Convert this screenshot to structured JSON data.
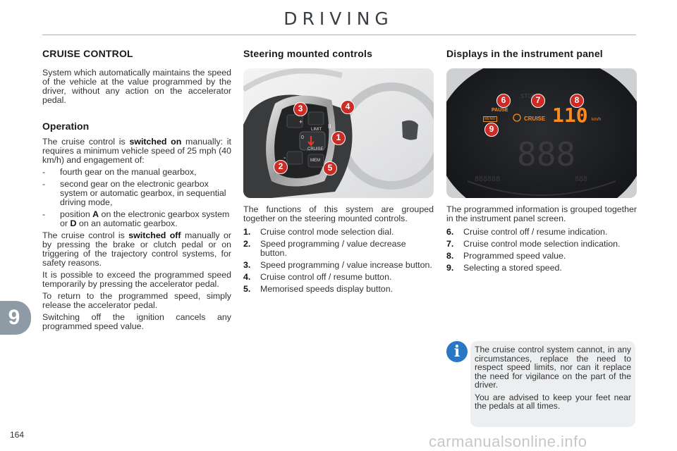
{
  "header": {
    "title": "DRIVING"
  },
  "col1": {
    "heading": "CRUISE CONTROL",
    "intro": "System which automatically maintains the speed of the vehicle at the value programmed by the driver, without any action on the accelerator pedal.",
    "operation_heading": "Operation",
    "p1_pre": "The cruise control is ",
    "p1_bold": "switched on",
    "p1_post": " manually: it requires a minimum vehicle speed of 25 mph (40 km/h) and engagement of:",
    "dash1": "fourth gear on the manual gearbox,",
    "dash2": "second gear on the electronic gearbox system or automatic gearbox, in sequential driving mode,",
    "dash3_pre": "position ",
    "dash3_a": "A",
    "dash3_mid": " on the electronic gearbox system or ",
    "dash3_d": "D",
    "dash3_post": " on an automatic gearbox.",
    "p2_pre": "The cruise control is ",
    "p2_bold": "switched off",
    "p2_post": " manually or by pressing the brake or clutch pedal or on triggering of the trajectory control systems, for safety reasons.",
    "p3": "It is possible to exceed the programmed speed temporarily by pressing the accelerator pedal.",
    "p4": "To return to the programmed speed, simply release the accelerator pedal.",
    "p5": "Switching off the ignition cancels any programmed speed value."
  },
  "col2": {
    "heading": "Steering mounted controls",
    "photo_labels": {
      "limit": "LIMIT",
      "cruise": "CRUISE",
      "mem": "MEM",
      "zero": "0"
    },
    "markers": [
      "3",
      "4",
      "1",
      "2",
      "5"
    ],
    "intro": "The functions of this system are grouped together on the steering mounted controls.",
    "items": [
      {
        "n": "1.",
        "text": "Cruise control mode selection dial."
      },
      {
        "n": "2.",
        "text": "Speed programming / value decrease button."
      },
      {
        "n": "3.",
        "text": "Speed programming / value increase button."
      },
      {
        "n": "4.",
        "text": "Cruise control off / resume button."
      },
      {
        "n": "5.",
        "text": "Memorised speeds display button."
      }
    ]
  },
  "col3": {
    "heading": "Displays in the instrument panel",
    "display": {
      "speed": "110",
      "unit": "km/h",
      "pause": "PAUSE",
      "cruise": "CRUISE",
      "memo": "MEMO"
    },
    "markers": [
      "6",
      "7",
      "8",
      "9"
    ],
    "intro": "The programmed information is grouped together in the instrument panel screen.",
    "items": [
      {
        "n": "6.",
        "text": "Cruise control off / resume indication."
      },
      {
        "n": "7.",
        "text": "Cruise control mode selection indication."
      },
      {
        "n": "8.",
        "text": "Programmed speed value."
      },
      {
        "n": "9.",
        "text": "Selecting a stored speed."
      }
    ]
  },
  "info": {
    "icon": "i",
    "p1": "The cruise control system cannot, in any circumstances, replace the need to respect speed limits, nor can it replace the need for vigilance on the part of the driver.",
    "p2": "You are advised to keep your feet near the pedals at all times."
  },
  "chapter_tab": "9",
  "page_number": "164",
  "watermark": "carmanualsonline.info",
  "colors": {
    "marker": "#cc2b26",
    "info": "#2a78c4",
    "tab": "#8e9aa5",
    "display_text": "#ff8a1c"
  }
}
